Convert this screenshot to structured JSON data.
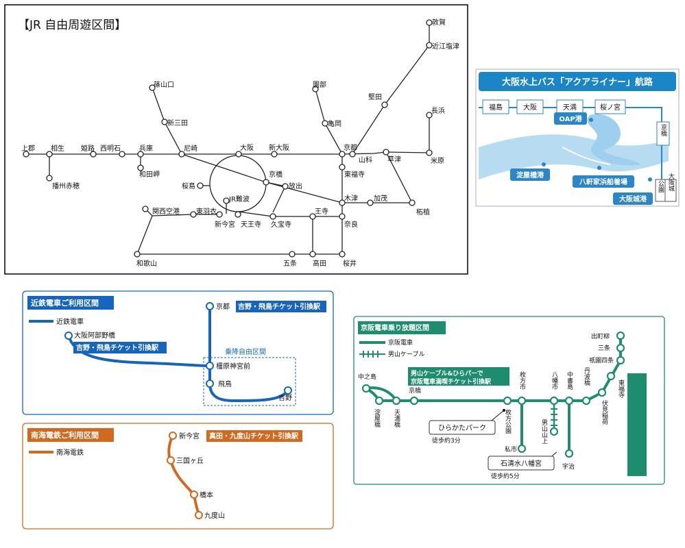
{
  "jr": {
    "title": "【JR 自由周遊区間】",
    "stations": [
      {
        "key": "kamigori",
        "label": "上郡"
      },
      {
        "key": "aioi",
        "label": "相生"
      },
      {
        "key": "banshuako",
        "label": "播州赤穂"
      },
      {
        "key": "himeji",
        "label": "姫路"
      },
      {
        "key": "nishiakashi",
        "label": "西明石"
      },
      {
        "key": "hyogo",
        "label": "兵庫"
      },
      {
        "key": "wadamisaki",
        "label": "和田岬"
      },
      {
        "key": "amagasaki",
        "label": "尼崎"
      },
      {
        "key": "sasayamaguchi",
        "label": "篠山口"
      },
      {
        "key": "shinsanda",
        "label": "新三田"
      },
      {
        "key": "osaka",
        "label": "大阪"
      },
      {
        "key": "shinosaka",
        "label": "新大阪"
      },
      {
        "key": "kyobashi",
        "label": "京橋"
      },
      {
        "key": "sakurajima",
        "label": "桜島"
      },
      {
        "key": "jrnamba",
        "label": "JR難波"
      },
      {
        "key": "kansaikuko",
        "label": "関西空港"
      },
      {
        "key": "higashihagoromo",
        "label": "東羽衣"
      },
      {
        "key": "shinimamiya",
        "label": "新今宮"
      },
      {
        "key": "tennoji",
        "label": "天王寺"
      },
      {
        "key": "kyuhoji",
        "label": "久宝寺"
      },
      {
        "key": "hanaten",
        "label": "放出"
      },
      {
        "key": "wakayama",
        "label": "和歌山"
      },
      {
        "key": "gojo",
        "label": "五条"
      },
      {
        "key": "takada",
        "label": "高田"
      },
      {
        "key": "sakurai",
        "label": "桜井"
      },
      {
        "key": "oji",
        "label": "王寺"
      },
      {
        "key": "nara",
        "label": "奈良"
      },
      {
        "key": "kizu",
        "label": "木津"
      },
      {
        "key": "kamo",
        "label": "加茂"
      },
      {
        "key": "tsuge",
        "label": "柘植"
      },
      {
        "key": "kusatsu",
        "label": "草津"
      },
      {
        "key": "maibara",
        "label": "米原"
      },
      {
        "key": "yamashina",
        "label": "山科"
      },
      {
        "key": "kyoto",
        "label": "京都"
      },
      {
        "key": "higashifukuji",
        "label": "東福寺"
      },
      {
        "key": "sonobe",
        "label": "園部"
      },
      {
        "key": "kameoka",
        "label": "亀岡"
      },
      {
        "key": "katata",
        "label": "堅田"
      },
      {
        "key": "nagahama",
        "label": "長浜"
      },
      {
        "key": "omishiotsu",
        "label": "近江塩津"
      },
      {
        "key": "tsuruga",
        "label": "敦賀"
      }
    ]
  },
  "aqua": {
    "title": "大阪水上バス「アクアライナー」航路",
    "bridges": [
      "福島",
      "大阪",
      "天満",
      "桜ノ宮",
      "京橋"
    ],
    "ports": [
      "OAP港",
      "淀屋橋港",
      "八軒家浜船着場",
      "大阪城港"
    ],
    "landmarks": [
      "公園",
      "大阪城"
    ],
    "colors": {
      "title_bg": "#1a85c7",
      "water": "#b7dcf2",
      "water_dark": "#5aaee0",
      "port": "#2b86c8"
    }
  },
  "kintetsu": {
    "title": "近鉄電車ご利用区間",
    "legend_label": "近鉄電車",
    "stations": [
      {
        "key": "osakaabeno",
        "label": "大阪阿部野橋"
      },
      {
        "key": "kyoto",
        "label": "京都"
      },
      {
        "key": "kashiharajingumae",
        "label": "橿原神宮前"
      },
      {
        "key": "asuka",
        "label": "飛鳥"
      },
      {
        "key": "yoshino",
        "label": "吉野"
      }
    ],
    "ticket_label_1": "吉野・飛鳥チケット引換駅",
    "ticket_label_2": "吉野・飛鳥チケット引換駅",
    "free_zone_label": "乗降自由区間",
    "color": "#1565c0"
  },
  "nankai": {
    "title": "南海電鉄ご利用区間",
    "legend_label": "南海電鉄",
    "stations": [
      {
        "key": "shinimamiya",
        "label": "新今宮"
      },
      {
        "key": "mikunigaoka",
        "label": "三国ヶ丘"
      },
      {
        "key": "hashimoto",
        "label": "橋本"
      },
      {
        "key": "kudoyama",
        "label": "九度山"
      }
    ],
    "ticket_label": "真田・九度山チケット引換駅",
    "color": "#d2691e"
  },
  "keihan": {
    "title": "京阪電車乗り放題区間",
    "legend_main": "京阪電車",
    "legend_cable": "男山ケーブル",
    "ticket_label_1": "男山ケーブル&ひらパーで\n京阪電車満喫チケット引換駅",
    "ticket_label_2": "男山ケーブル&ひらパーで\n京阪電車満喫チケット引換駅",
    "stations": [
      {
        "key": "nakanoshima",
        "label": "中之島"
      },
      {
        "key": "yodoyabashi",
        "label": "淀屋橋"
      },
      {
        "key": "temmabashi",
        "label": "天満橋"
      },
      {
        "key": "kyobashi",
        "label": "京橋"
      },
      {
        "key": "hirakatakoen",
        "label": "枚方公園"
      },
      {
        "key": "hirakatashi",
        "label": "枚方市"
      },
      {
        "key": "kisaichi",
        "label": "私市"
      },
      {
        "key": "yawatashi",
        "label": "八幡市"
      },
      {
        "key": "otokoyamasanjo",
        "label": "男山山上"
      },
      {
        "key": "chushojima",
        "label": "中書島"
      },
      {
        "key": "uji",
        "label": "宇治"
      },
      {
        "key": "tambabashi",
        "label": "丹波橋"
      },
      {
        "key": "fushimiinari",
        "label": "伏見稲荷"
      },
      {
        "key": "higashifukuji",
        "label": "東福寺"
      },
      {
        "key": "gionshijo",
        "label": "祇園四条"
      },
      {
        "key": "sanjo",
        "label": "三条"
      },
      {
        "key": "demachiyanagi",
        "label": "出町柳"
      }
    ],
    "hirakata_park": "ひらかたパーク",
    "walk1": "徒歩約3分",
    "iwashimizu": "石清水八幡宮",
    "walk2": "徒歩約5分",
    "color": "#1e8c6f"
  }
}
